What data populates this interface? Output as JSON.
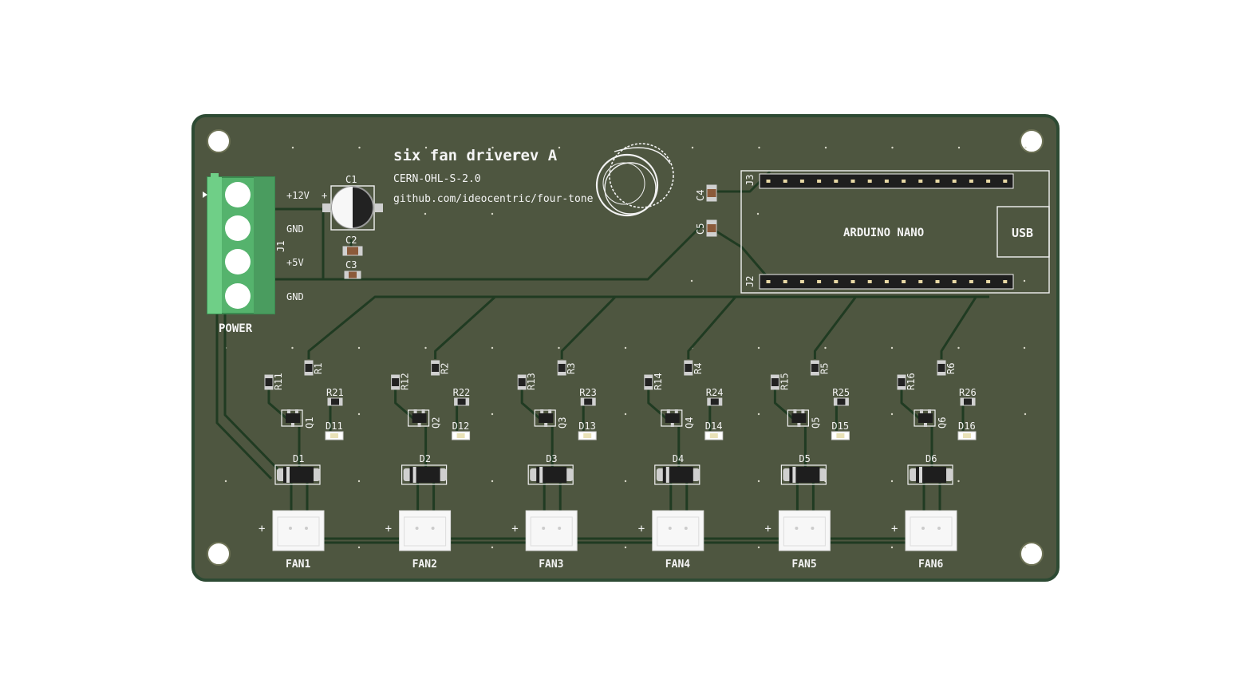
{
  "board": {
    "title": "six fan driver",
    "revision": "rev A",
    "license": "CERN-OHL-S-2.0",
    "url": "github.com/ideocentric/four-tone",
    "colors": {
      "substrate": "#4e5640",
      "edge": "#2d4a33",
      "trace": "#203b22",
      "silkscreen": "#f2f2f2",
      "pad": "#e8d9a6",
      "terminal_block": "#55b36d",
      "fan_connector": "#f7f7f7"
    },
    "power": {
      "ref": "J1",
      "label": "POWER",
      "pins": [
        "+12V",
        "GND",
        "+5V",
        "GND"
      ]
    },
    "capacitors": [
      "C1",
      "C2",
      "C3",
      "C4",
      "C5"
    ],
    "cap_polarity": "+",
    "arduino": {
      "label": "ARDUINO NANO",
      "usb_label": "USB",
      "header_top": "J3",
      "header_bottom": "J2",
      "pins_per_header": 15
    },
    "channels": [
      {
        "fan": "FAN1",
        "diode": "D1",
        "led": "D11",
        "transistor": "Q1",
        "r_gate": "R1",
        "r_pull": "R11",
        "r_led": "R21"
      },
      {
        "fan": "FAN2",
        "diode": "D2",
        "led": "D12",
        "transistor": "Q2",
        "r_gate": "R2",
        "r_pull": "R12",
        "r_led": "R22"
      },
      {
        "fan": "FAN3",
        "diode": "D3",
        "led": "D13",
        "transistor": "Q3",
        "r_gate": "R3",
        "r_pull": "R13",
        "r_led": "R23"
      },
      {
        "fan": "FAN4",
        "diode": "D4",
        "led": "D14",
        "transistor": "Q4",
        "r_gate": "R4",
        "r_pull": "R14",
        "r_led": "R24"
      },
      {
        "fan": "FAN5",
        "diode": "D5",
        "led": "D15",
        "transistor": "Q5",
        "r_gate": "R5",
        "r_pull": "R15",
        "r_led": "R25"
      },
      {
        "fan": "FAN6",
        "diode": "D6",
        "led": "D16",
        "transistor": "Q6",
        "r_gate": "R6",
        "r_pull": "R16",
        "r_led": "R26"
      }
    ],
    "fan_polarity": "+"
  }
}
